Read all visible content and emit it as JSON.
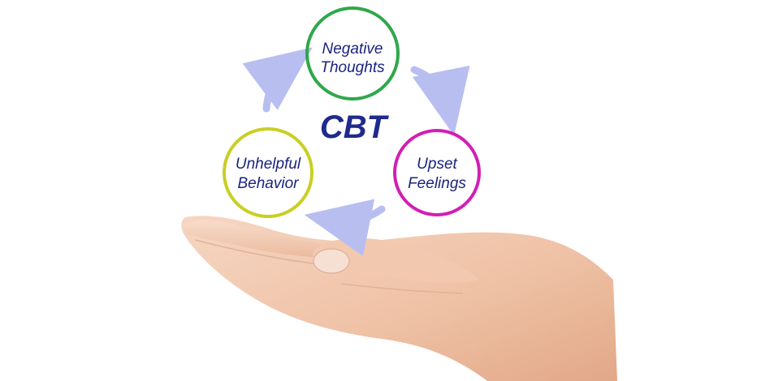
{
  "diagram": {
    "center_label": "CBT",
    "nodes": [
      {
        "id": "negative-thoughts",
        "line1": "Negative",
        "line2": "Thoughts",
        "color": "#2ea84a"
      },
      {
        "id": "upset-feelings",
        "line1": "Upset",
        "line2": "Feelings",
        "color": "#d21fb4"
      },
      {
        "id": "unhelpful-behavior",
        "line1": "Unhelpful",
        "line2": "Behavior",
        "color": "#c9cf23"
      }
    ],
    "arrow_color": "#b8bef0",
    "text_color": "#1a237e"
  },
  "image": {
    "subject": "open-palm-hand"
  }
}
